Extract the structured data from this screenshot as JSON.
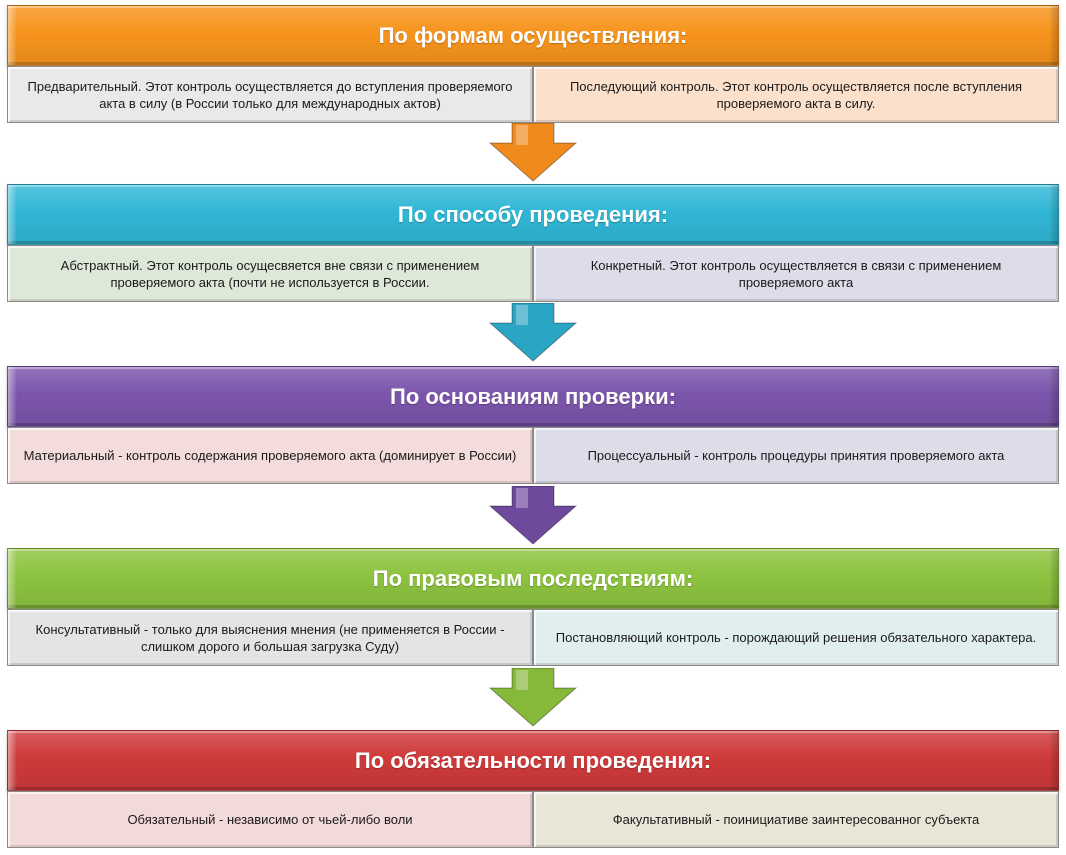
{
  "sections": [
    {
      "title": "По формам осуществления:",
      "colors": {
        "header": "#f7941d",
        "left_cell": "#e9e9e9",
        "right_cell": "#fbe0cc",
        "arrow": "#f08a1c"
      },
      "left": "Предварительный. Этот контроль осуществляется до вступления проверяемого акта в силу (в России только для международных актов)",
      "right": "Последующий контроль. Этот контроль осуществляется после вступления проверяемого акта в силу."
    },
    {
      "title": "По способу проведения:",
      "colors": {
        "header": "#31b7d6",
        "left_cell": "#dde8d9",
        "right_cell": "#dcdde9",
        "arrow": "#2ba5c4"
      },
      "left": "Абстрактный. Этот контроль осущесвяется вне связи с применением проверяемого акта (почти не используется в России.",
      "right": "Конкретный. Этот контроль осуществляется в связи с применением проверяемого акта"
    },
    {
      "title": "По основаниям проверки:",
      "colors": {
        "header": "#7b55ab",
        "left_cell": "#f4dcdc",
        "right_cell": "#dcdde9",
        "arrow": "#6d4a9c"
      },
      "left": "Материальный - контроль содержания проверяемого акта (доминирует в России)",
      "right": "Процессуальный - контроль процедуры принятия проверяемого акта"
    },
    {
      "title": "По правовым последствиям:",
      "colors": {
        "header": "#8dc33f",
        "left_cell": "#e4e4e4",
        "right_cell": "#e1eeee",
        "arrow": "#86b83a"
      },
      "left": "Консультативный - только для выяснения мнения (не применяется в России - слишком дорого и большая загрузка Суду)",
      "right": "Постановляющий контроль - порождающий решения обязательного характера."
    },
    {
      "title": "По обязательности проведения:",
      "colors": {
        "header": "#cf3a3a",
        "left_cell": "#f3dada",
        "right_cell": "#e9e5d7",
        "arrow": "#c43333"
      },
      "left": "Обязательный - независимо от чьей-либо воли",
      "right": "Факультативный - поинициативе заинтересованног субъекта"
    }
  ]
}
